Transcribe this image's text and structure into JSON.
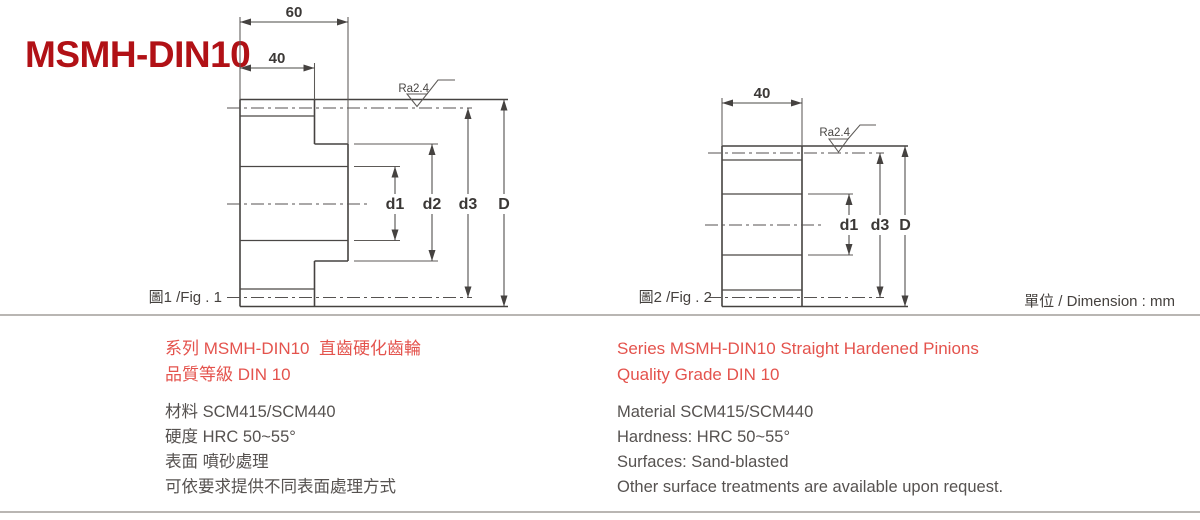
{
  "header": {
    "series_title": "MSMH-DIN10",
    "unit_label": "單位 / Dimension : mm"
  },
  "fig1": {
    "caption": "圖1 /Fig . 1",
    "dim_total_width": "60",
    "dim_hub_width": "40",
    "surface_roughness": "Ra2.4",
    "label_d1": "d1",
    "label_d2": "d2",
    "label_d3": "d3",
    "label_D": "D"
  },
  "fig2": {
    "caption": "圖2 /Fig . 2",
    "dim_total_width": "40",
    "surface_roughness": "Ra2.4",
    "label_d1": "d1",
    "label_d3": "d3",
    "label_D": "D"
  },
  "description_zh": {
    "heading_line1": "系列 MSMH-DIN10  直齒硬化齒輪",
    "heading_line2": "品質等級 DIN 10",
    "body_line1": "材料 SCM415/SCM440",
    "body_line2": "硬度 HRC 50~55°",
    "body_line3": "表面 噴砂處理",
    "body_line4": "可依要求提供不同表面處理方式"
  },
  "description_en": {
    "heading_line1": "Series MSMH-DIN10 Straight Hardened Pinions",
    "heading_line2": "Quality Grade DIN 10",
    "body_line1": "Material SCM415/SCM440",
    "body_line2": "Hardness: HRC 50~55°",
    "body_line3": "Surfaces: Sand-blasted",
    "body_line4": "Other surface treatments are available upon request."
  },
  "colors": {
    "title_red": "#b11116",
    "text_red": "#e4534d",
    "drawing_line": "#454240",
    "body_text_gray": "#565250",
    "divider_gray": "#b9b6b3"
  }
}
